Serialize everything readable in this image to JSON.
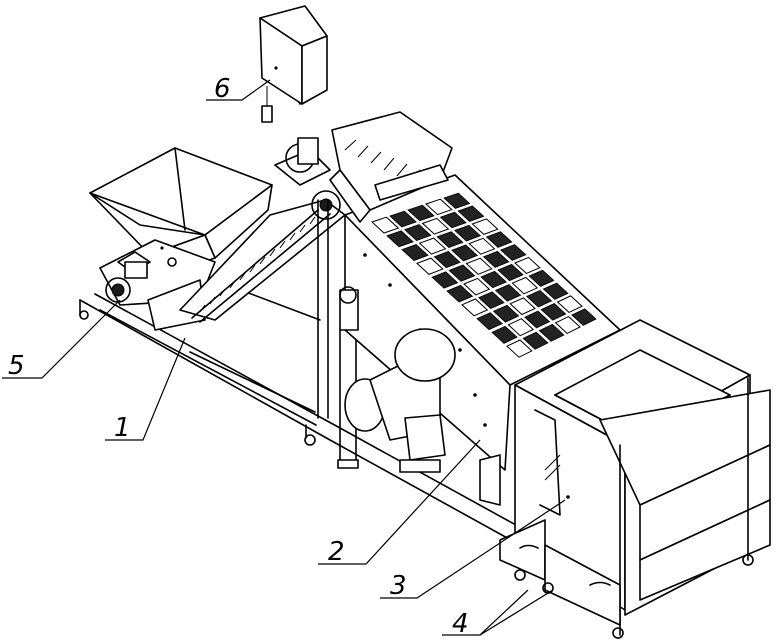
{
  "callouts": [
    {
      "id": "loading-conveyor",
      "label": "1"
    },
    {
      "id": "sorting-table",
      "label": "2"
    },
    {
      "id": "collection-bin-frame",
      "label": "3"
    },
    {
      "id": "transport-carts",
      "label": "4"
    },
    {
      "id": "feed-hopper-unit",
      "label": "5"
    },
    {
      "id": "control-cabinet",
      "label": "6"
    }
  ],
  "colors": {
    "stroke": "#000000",
    "background": "#ffffff",
    "shading": "#1a1a1a"
  }
}
